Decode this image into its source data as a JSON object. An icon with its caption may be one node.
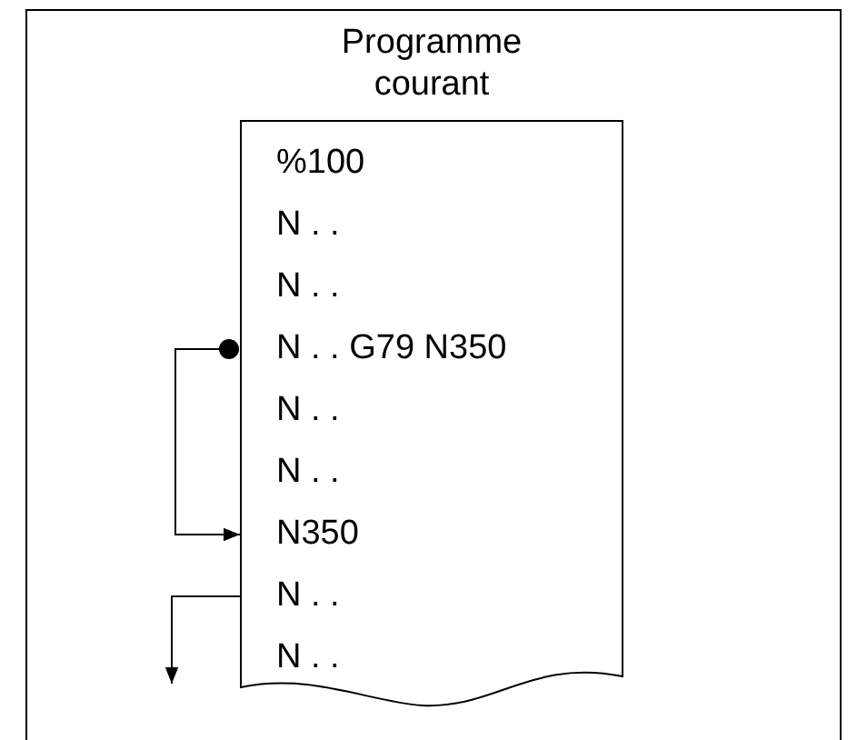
{
  "diagram": {
    "nodes": [
      {
        "text": [
          "Programme courant"
        ]
      },
      {
        "text": [
          "%100"
        ],
        "in": 0
      },
      {
        "text": [
          "N . ."
        ],
        "in": 0
      },
      {
        "text": [
          "N . ."
        ],
        "in": 0
      },
      {
        "text": [
          "N . . G79 N350"
        ],
        "in": 0
      },
      {
        "text": [
          "N . ."
        ],
        "in": 0
      },
      {
        "text": [
          "N . ."
        ],
        "in": 0
      },
      {
        "text": [
          "N350"
        ],
        "in": 0
      },
      {
        "text": [
          "N . ."
        ],
        "in": 0
      },
      {
        "text": [
          "N . ."
        ],
        "in": 0
      }
    ],
    "edges": [
      {
        "from": 4,
        "to": 7,
        "arrow": "to"
      },
      {
        "from": 8,
        "to": null,
        "arrow": "to"
      }
    ]
  }
}
